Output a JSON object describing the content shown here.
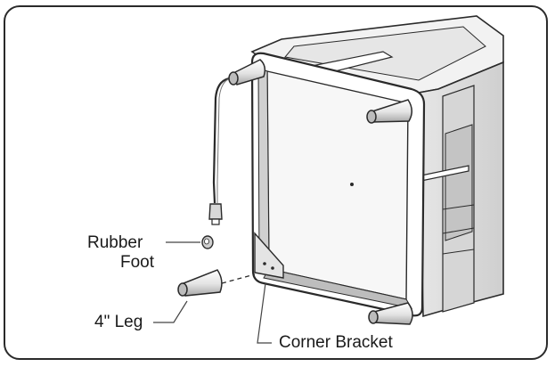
{
  "labels": {
    "rubber_foot_line1": "Rubber",
    "rubber_foot_line2": "Foot",
    "leg": "4\" Leg",
    "corner_bracket": "Corner Bracket"
  },
  "colors": {
    "outline": "#2a2a2a",
    "face_fill": "#f4f4f4",
    "shade": "#cfcfcf",
    "dark_shade": "#9a9a9a"
  }
}
